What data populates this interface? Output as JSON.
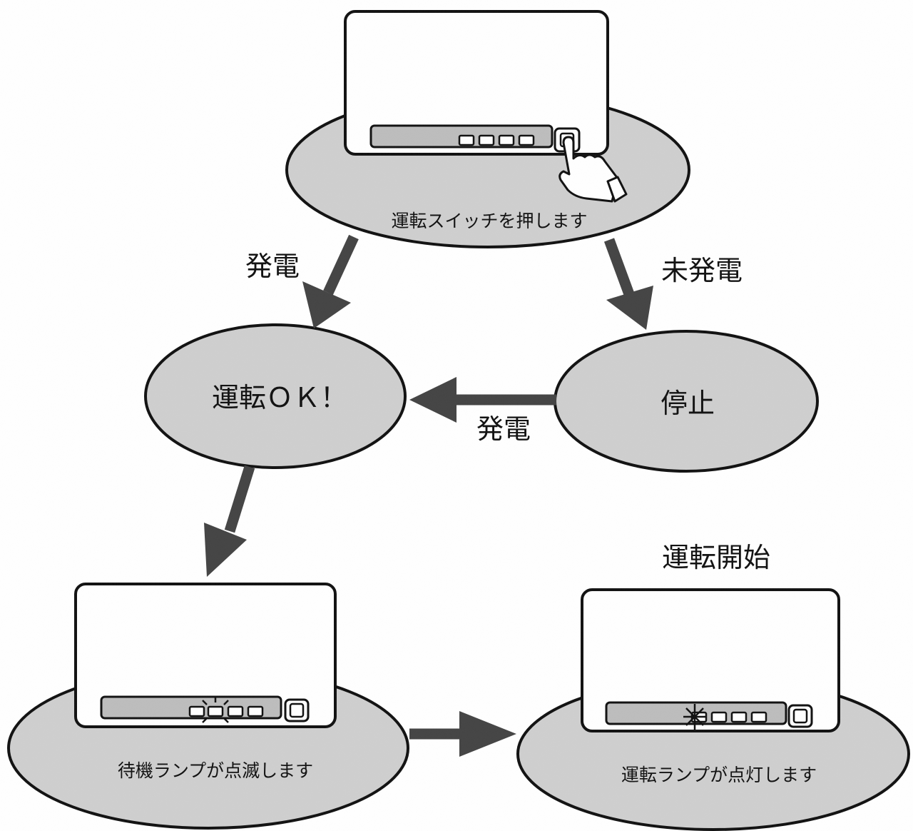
{
  "nodes": {
    "press_switch": {
      "label": "運転スイッチを押します"
    },
    "run_ok": {
      "label": "運転ＯＫ！"
    },
    "stop": {
      "label": "停止"
    },
    "standby_blink": {
      "label": "待機ランプが点滅します"
    },
    "run_lamp_on": {
      "label": "運転ランプが点灯します"
    }
  },
  "edges": {
    "press_to_ok": {
      "label": "発電"
    },
    "press_to_stop": {
      "label": "未発電"
    },
    "stop_to_ok": {
      "label": "発電"
    }
  },
  "operation_start": {
    "label": "運転開始"
  },
  "colors": {
    "ellipse_fill": "#cfcfcf",
    "arrow": "#444444",
    "panel_bar": "#bdbdbd"
  }
}
